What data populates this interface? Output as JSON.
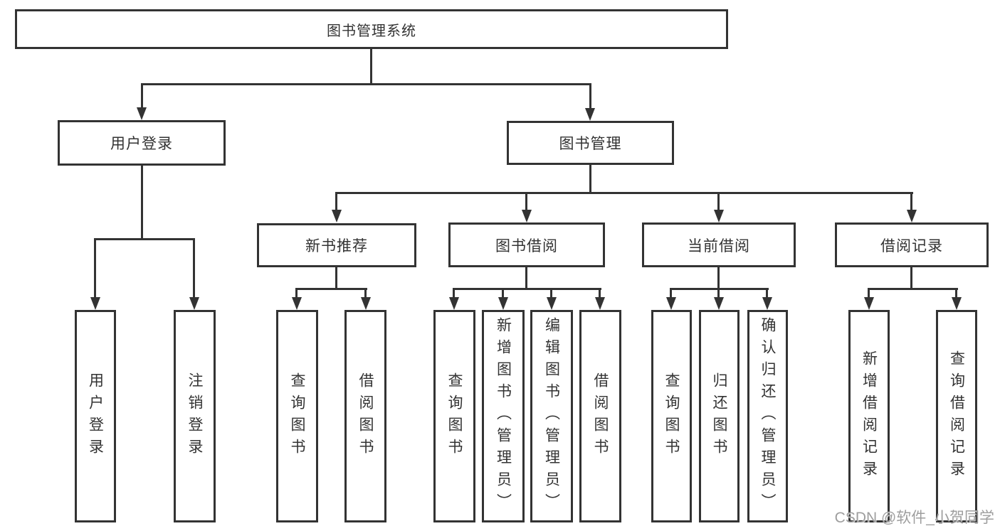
{
  "diagram": {
    "title": "图书管理系统",
    "nodes": {
      "root": "图书管理系统",
      "level2": [
        "用户登录",
        "图书管理"
      ],
      "level3": [
        "新书推荐",
        "图书借阅",
        "当前借阅",
        "借阅记录"
      ],
      "leaves_login": [
        "用户登录",
        "注销登录"
      ],
      "leaves_recommend": [
        "查询图书",
        "借阅图书"
      ],
      "leaves_borrow": [
        "查询图书",
        "新增图书（管理员）",
        "编辑图书（管理员）",
        "借阅图书"
      ],
      "leaves_current": [
        "查询图书",
        "归还图书",
        "确认归还（管理员）"
      ],
      "leaves_records": [
        "新增借阅记录",
        "查询借阅记录"
      ]
    },
    "colors": {
      "line": "#333333",
      "text": "#333333",
      "background": "#ffffff",
      "watermark": "#9e9e9e"
    }
  },
  "watermark": {
    "text": "CSDN @软件_小贺同学"
  }
}
